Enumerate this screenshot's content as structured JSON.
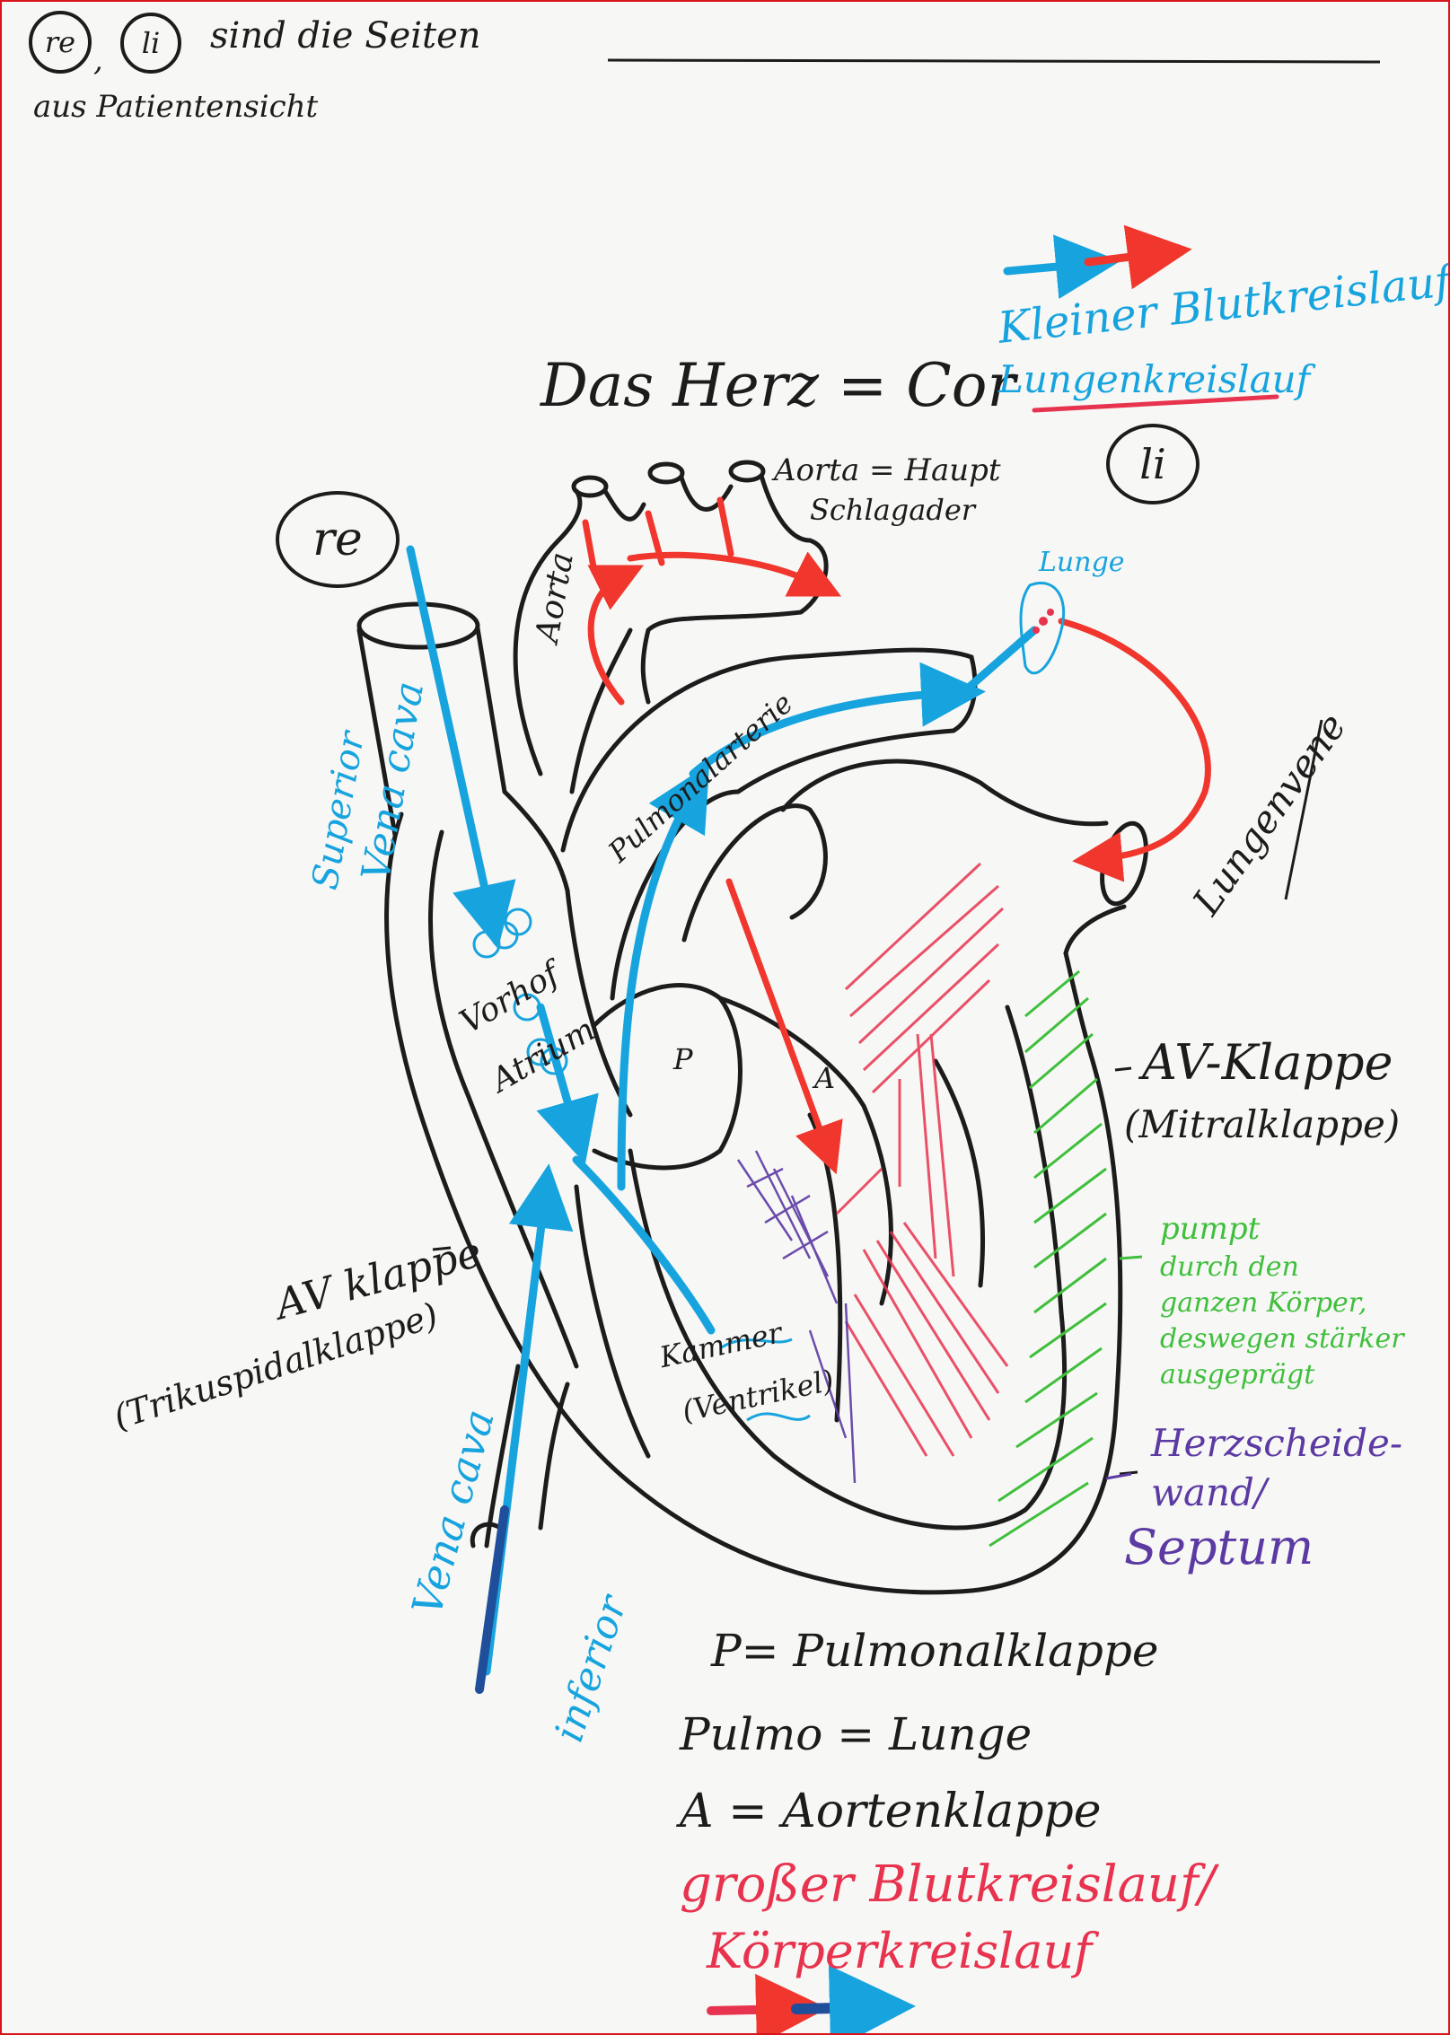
{
  "header": {
    "circle_re": "re",
    "circle_li": "li",
    "line1": "sind die Seiten",
    "line2": "aus Patientensicht"
  },
  "title": "Das Herz = Cor",
  "small_circuit": {
    "line1": "Kleiner Blutkreislauf/",
    "line2": "Lungenkreislauf"
  },
  "side_re": "re",
  "side_li": "li",
  "labels": {
    "aorta_top_line1": "Aorta = Haupt",
    "aorta_top_line2": "Schlagader",
    "aorta_vertical": "Aorta",
    "lunge": "Lunge",
    "superior": "Superior",
    "vena_cava_top": "Vena cava",
    "pulmonalarterie": "Pulmonalarterie",
    "lungenvene": "Lungenvene",
    "vorhof": "Vorhof",
    "atrium": "Atrium",
    "valve_p": "P",
    "valve_a": "A",
    "av_klappe_right": "AV-Klappe",
    "mitralklappe": "(Mitralklappe)",
    "av_klappe_left": "AV klappe",
    "trikuspidalklappe": "(Trikuspidalklappe)",
    "kammer": "Kammer",
    "ventrikel": "(Ventrikel)",
    "vena_cava_bottom": "Vena cava",
    "inferior": "inferior",
    "pumpt_lines": [
      "pumpt",
      "durch den",
      "ganzen Körper,",
      "deswegen stärker",
      "ausgeprägt"
    ],
    "herzscheidewand_line1": "Herzscheide-",
    "herzscheidewand_line2": "wand/",
    "septum": "Septum"
  },
  "legend": {
    "p": "P= Pulmonalklappe",
    "pulmo": "Pulmo = Lunge",
    "a": "A = Aortenklappe",
    "big_circuit_line1": "großer Blutkreislauf/",
    "big_circuit_line2": "Körperkreislauf"
  },
  "colors": {
    "ink": "#1c1c1c",
    "blue": "#17a4de",
    "dark_blue": "#1f4e9a",
    "red": "#f0362d",
    "pink": "#e8334f",
    "green": "#3fbf3c",
    "purple": "#5c3aa3",
    "page_border": "#d9141c"
  }
}
